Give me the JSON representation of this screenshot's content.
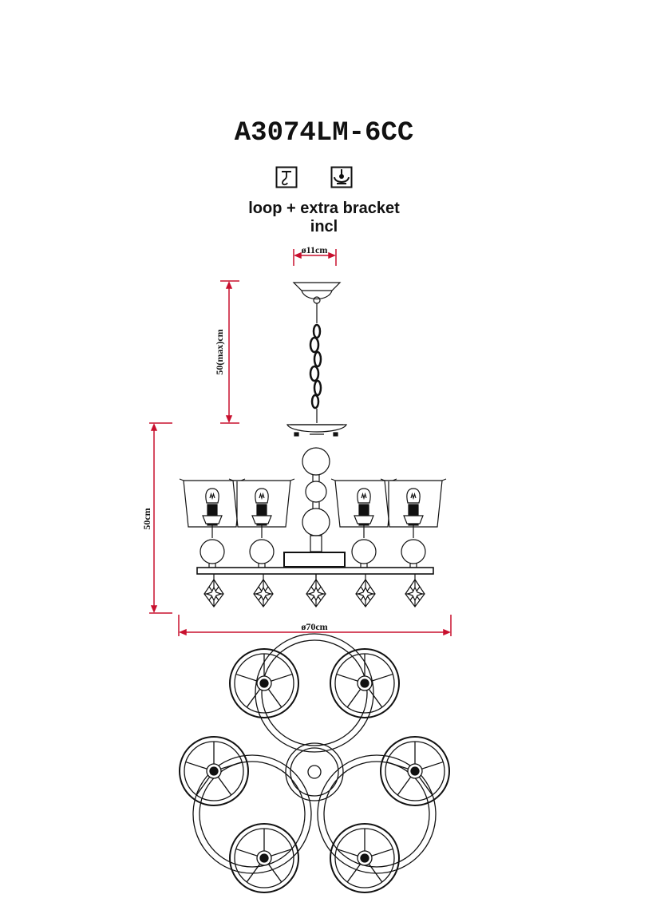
{
  "model": "A3074LM-6CC",
  "mounting": {
    "icons": [
      "hook-mount-icon",
      "bracket-mount-icon"
    ],
    "note_line1": "loop + extra bracket",
    "note_line2": "incl"
  },
  "dimensions": {
    "canopy": "ø11cm",
    "chain": "50(max)cm",
    "height": "50cm",
    "diameter": "ø70cm"
  },
  "colors": {
    "dimension_line": "#c8102e",
    "line": "#111111"
  }
}
